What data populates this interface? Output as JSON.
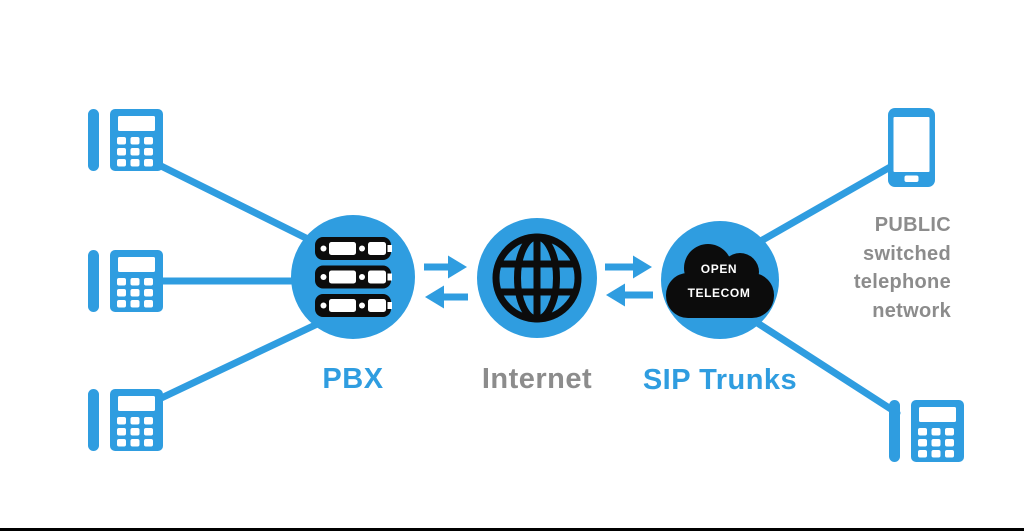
{
  "diagram": {
    "nodes": {
      "pbx": {
        "id": "pbx",
        "label": "PBX",
        "icon": "server-icon",
        "label_color": "#2f9de0"
      },
      "internet": {
        "id": "internet",
        "label": "Internet",
        "icon": "globe-icon",
        "label_color": "#8c8c8c"
      },
      "sip_trunks": {
        "id": "sip_trunks",
        "label": "SIP Trunks",
        "icon": "cloud-icon",
        "label_color": "#2f9de0",
        "cloud_text": {
          "line1": "OPEN",
          "line2": "TELECOM"
        }
      },
      "desk_phone_1": {
        "id": "desk_phone_1",
        "icon": "desk-phone-icon"
      },
      "desk_phone_2": {
        "id": "desk_phone_2",
        "icon": "desk-phone-icon"
      },
      "desk_phone_3": {
        "id": "desk_phone_3",
        "icon": "desk-phone-icon"
      },
      "mobile_phone": {
        "id": "mobile_phone",
        "icon": "mobile-phone-icon"
      },
      "desk_phone_pstn": {
        "id": "desk_phone_pstn",
        "icon": "desk-phone-icon"
      }
    },
    "pstn": {
      "lines": [
        "PUBLIC",
        "switched",
        "telephone",
        "network"
      ]
    },
    "edges": [
      {
        "from": "desk_phone_1",
        "to": "pbx"
      },
      {
        "from": "desk_phone_2",
        "to": "pbx"
      },
      {
        "from": "desk_phone_3",
        "to": "pbx"
      },
      {
        "from": "sip_trunks",
        "to": "mobile_phone"
      },
      {
        "from": "sip_trunks",
        "to": "desk_phone_pstn"
      }
    ],
    "flows": [
      {
        "between": [
          "pbx",
          "internet"
        ],
        "direction": "bidirectional"
      },
      {
        "between": [
          "internet",
          "sip_trunks"
        ],
        "direction": "bidirectional"
      }
    ]
  },
  "colors": {
    "accent_blue": "#2f9de0",
    "gray_text": "#8c8c8c",
    "icon_black": "#0c0c0c",
    "bg": "#ffffff"
  }
}
